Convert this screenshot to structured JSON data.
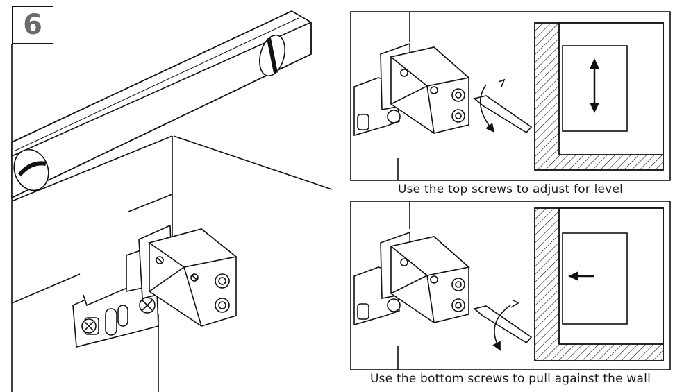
{
  "step": {
    "number": "6"
  },
  "panels": [
    {
      "caption": "Use the top screws to adjust for level",
      "arrow": "up-down-arrow"
    },
    {
      "caption": "Use the bottom screws to pull against the wall",
      "arrow": "left-arrow"
    }
  ],
  "colors": {
    "line": "#111111",
    "fill": "#ffffff",
    "step_text": "#6b6b6b"
  }
}
